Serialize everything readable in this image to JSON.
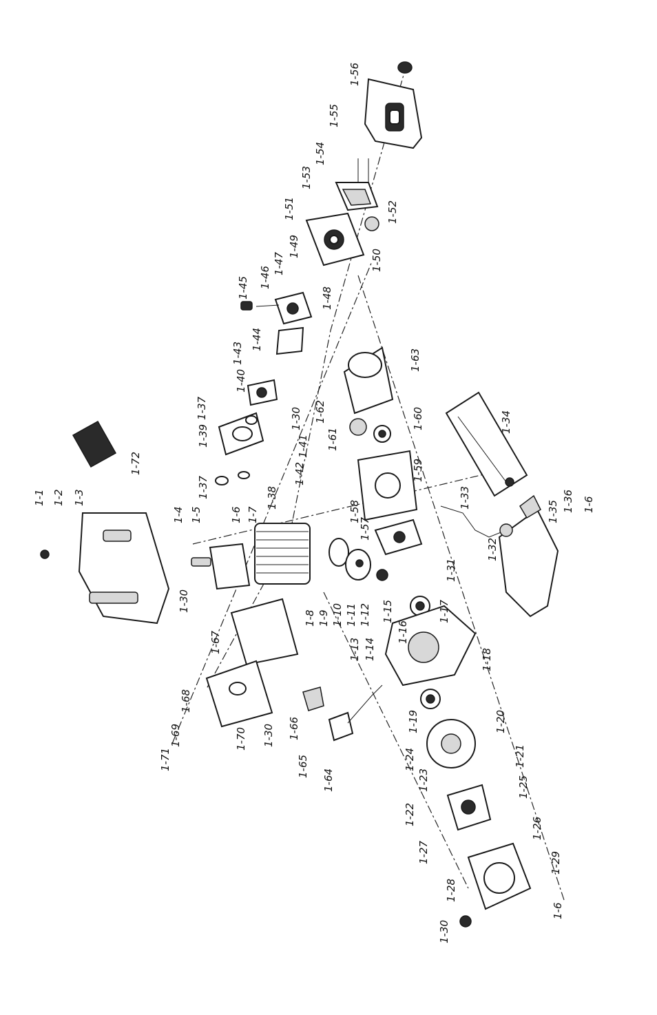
{
  "diagram": {
    "type": "exploded-parts-view",
    "labels": [
      "1-1",
      "1-2",
      "1-3",
      "1-4",
      "1-5",
      "1-6",
      "1-7",
      "1-8",
      "1-9",
      "1-10",
      "1-11",
      "1-12",
      "1-13",
      "1-14",
      "1-15",
      "1-16",
      "1-17",
      "1-18",
      "1-19",
      "1-20",
      "1-21",
      "1-22",
      "1-23",
      "1-24",
      "1-25",
      "1-26",
      "1-27",
      "1-28",
      "1-29",
      "1-30",
      "1-31",
      "1-32",
      "1-33",
      "1-34",
      "1-35",
      "1-36",
      "1-37",
      "1-38",
      "1-39",
      "1-40",
      "1-41",
      "1-42",
      "1-43",
      "1-44",
      "1-45",
      "1-46",
      "1-47",
      "1-48",
      "1-49",
      "1-50",
      "1-51",
      "1-52",
      "1-53",
      "1-54",
      "1-55",
      "1-56",
      "1-57",
      "1-58",
      "1-59",
      "1-60",
      "1-61",
      "1-62",
      "1-63",
      "1-64",
      "1-65",
      "1-66",
      "1-67",
      "1-68",
      "1-69",
      "1-70",
      "1-71",
      "1-72"
    ]
  }
}
